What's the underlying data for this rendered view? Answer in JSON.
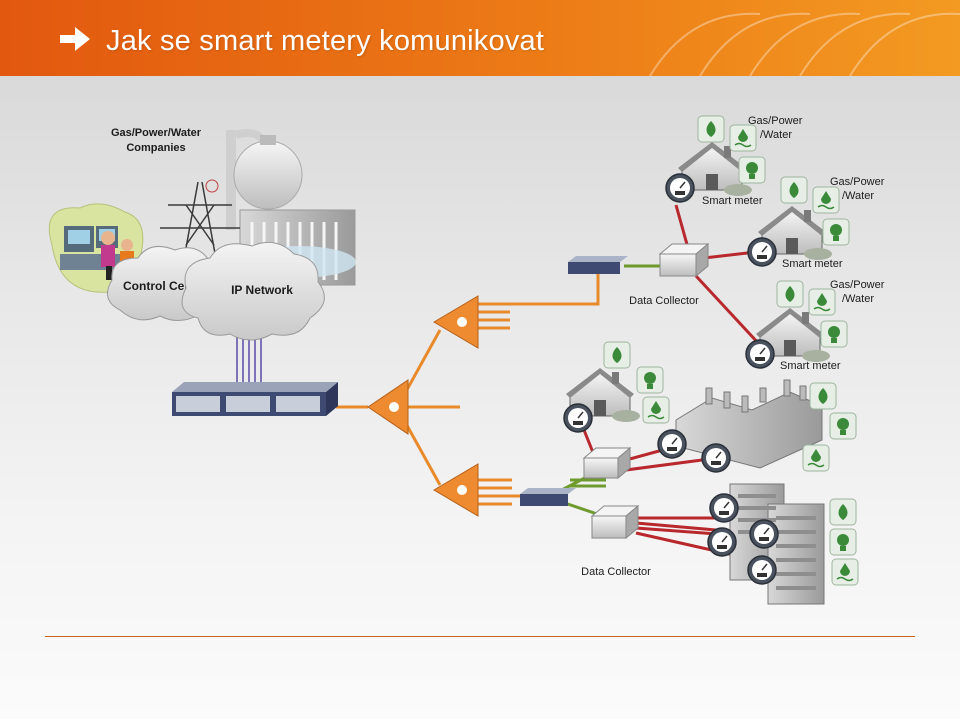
{
  "header": {
    "title": "Jak se smart  metery komunikovat",
    "bg_color": "#e8641a",
    "arrow_icon": "arrow-right-icon"
  },
  "diagram": {
    "utility_label_1": "Gas/Power/Water",
    "utility_label_2": "Companies",
    "control_center": "Control Center",
    "ip_network": "IP Network",
    "collector_top_label": "Data Collector",
    "collector_bottom_label": "Data Collector",
    "meters": [
      {
        "service_1": "Gas/Power",
        "service_2": "/Water",
        "label": "Smart meter"
      },
      {
        "service_1": "Gas/Power",
        "service_2": "/Water",
        "label": "Smart meter"
      },
      {
        "service_1": "Gas/Power",
        "service_2": "/Water",
        "label": "Smart meter"
      }
    ],
    "colors": {
      "orange_link": "#e98a2a",
      "green_link": "#6e9a2e",
      "red_link": "#b8282c",
      "purple_link": "#7f72b8",
      "service_icon_green": "#3a8a3a"
    }
  }
}
